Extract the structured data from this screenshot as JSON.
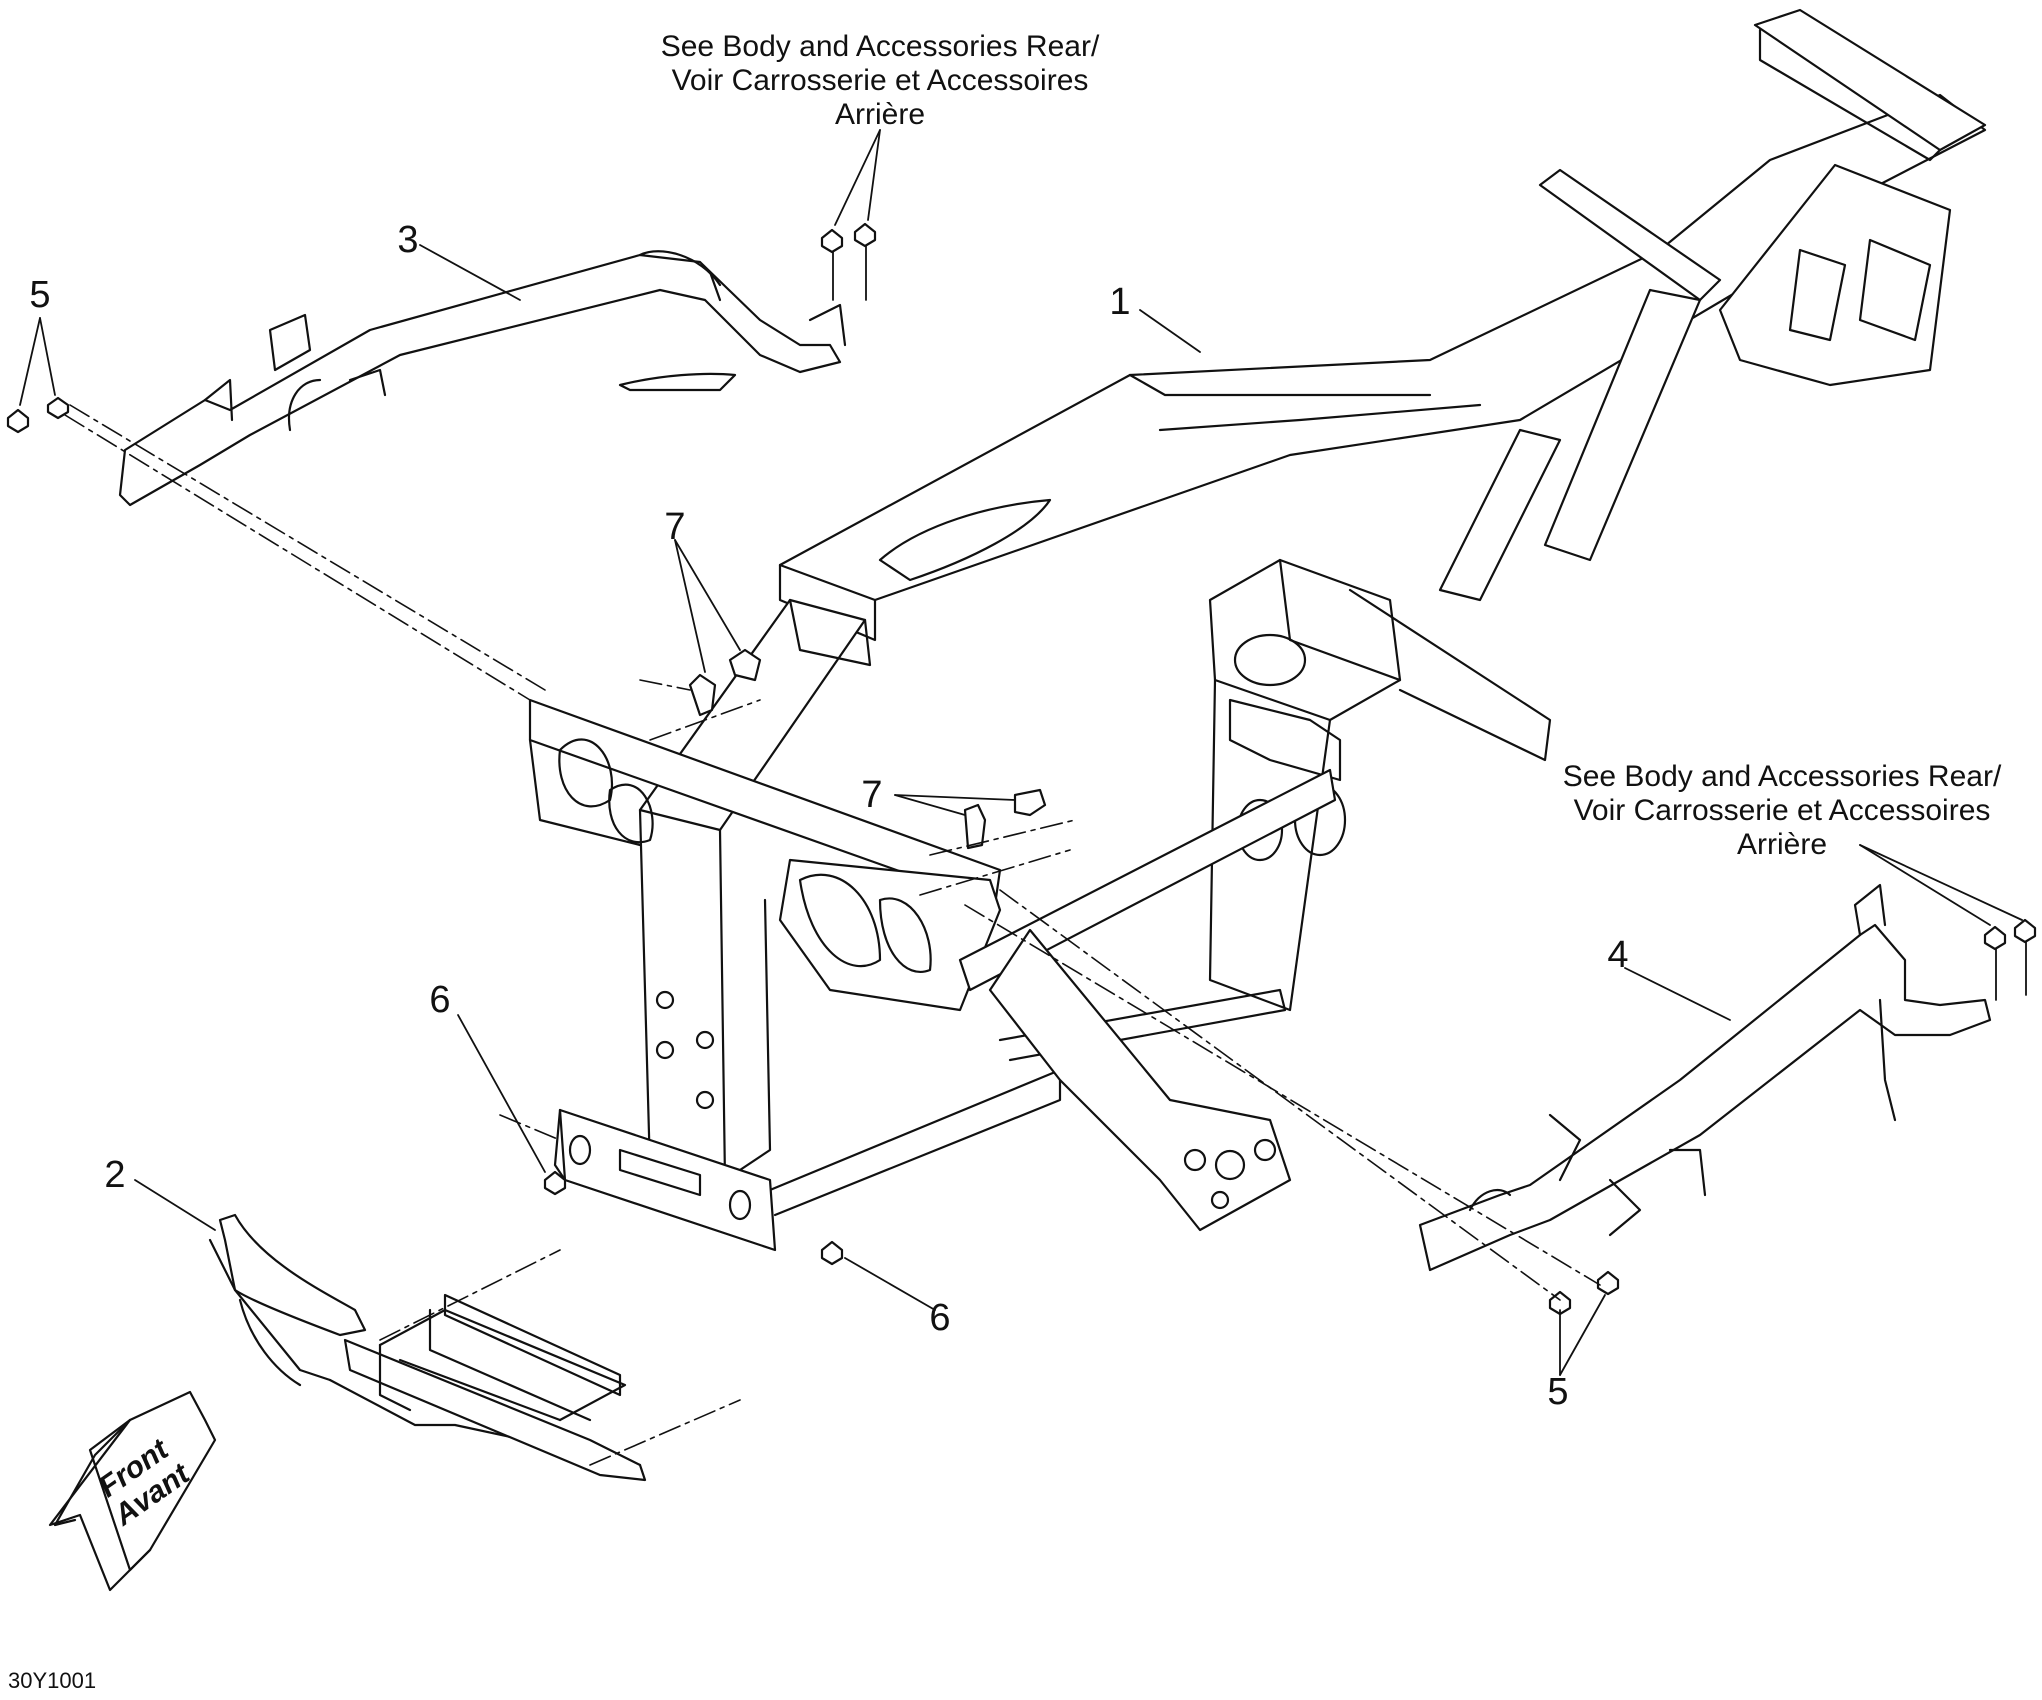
{
  "notes": {
    "top": [
      "See Body and Accessories Rear/",
      "Voir Carrosserie et Accessoires",
      "Arrière"
    ],
    "right": [
      "See Body and Accessories Rear/",
      "Voir Carrosserie et Accessoires",
      "Arrière"
    ]
  },
  "callouts": {
    "frame_main": "1",
    "front_bumper": "2",
    "rear_rail_left": "3",
    "rear_rail_right": "4",
    "bolt_left": "5",
    "bolt_right": "5",
    "screw_left": "6",
    "screw_right": "6",
    "clip_upper": "7",
    "clip_lower": "7"
  },
  "front_arrow": [
    "Front",
    "Avant"
  ],
  "figure_id": "30Y1001"
}
